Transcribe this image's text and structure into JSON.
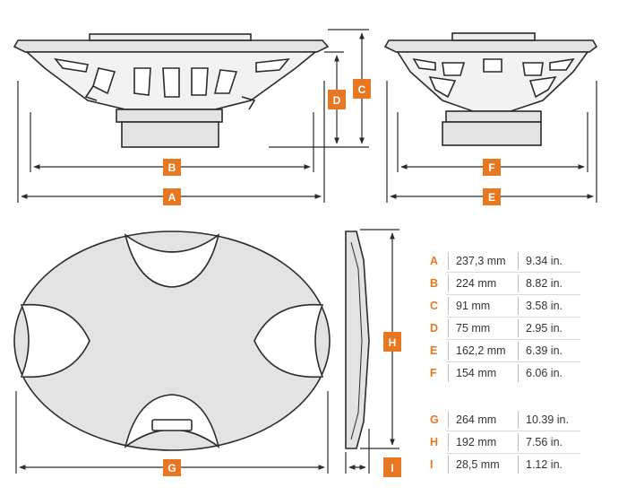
{
  "colors": {
    "accent": "#e87722",
    "line": "#2b2b2b",
    "fill": "#e3e3e3"
  },
  "dimensions": {
    "A": {
      "mm": "237,3 mm",
      "in": "9.34 in."
    },
    "B": {
      "mm": "224 mm",
      "in": "8.82 in."
    },
    "C": {
      "mm": "91 mm",
      "in": "3.58 in."
    },
    "D": {
      "mm": "75 mm",
      "in": "2.95 in."
    },
    "E": {
      "mm": "162,2 mm",
      "in": "6.39 in."
    },
    "F": {
      "mm": "154 mm",
      "in": "6.06 in."
    },
    "G": {
      "mm": "264 mm",
      "in": "10.39 in."
    },
    "H": {
      "mm": "192 mm",
      "in": "7.56 in."
    },
    "I": {
      "mm": "28,5 mm",
      "in": "1.12 in."
    }
  },
  "labels": {
    "A": "A",
    "B": "B",
    "C": "C",
    "D": "D",
    "E": "E",
    "F": "F",
    "G": "G",
    "H": "H",
    "I": "I"
  }
}
